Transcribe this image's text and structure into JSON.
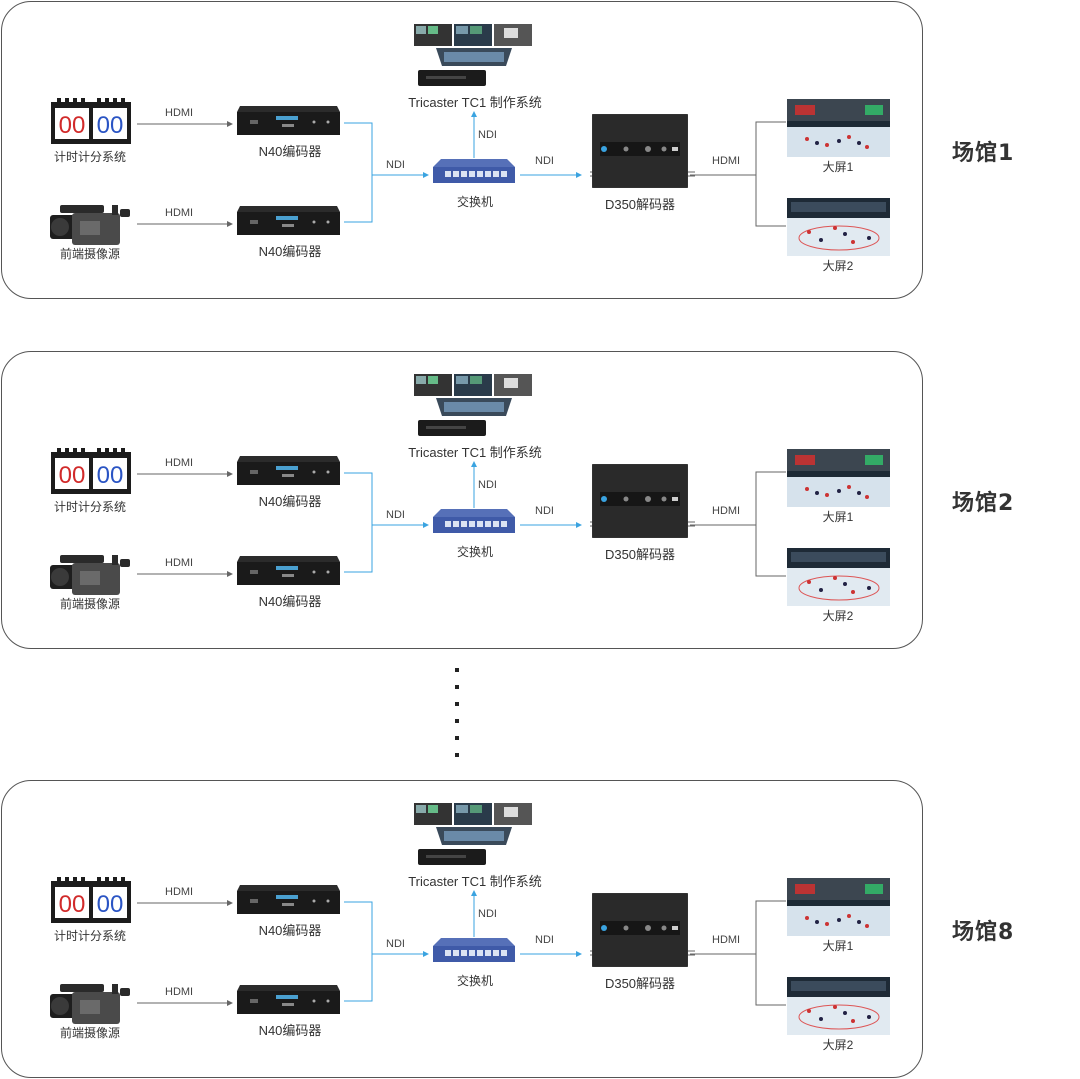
{
  "venues": [
    {
      "label": "场馆1",
      "devices": {
        "scoreboard": "计时计分系统",
        "camera": "前端摄像源",
        "encoder1": "N40编码器",
        "encoder2": "N40编码器",
        "tricaster": "Tricaster TC1 制作系统",
        "switch": "交换机",
        "decoder": "D350解码器",
        "screen1": "大屏1",
        "screen2": "大屏2"
      },
      "links": {
        "hdmi_score": "HDMI",
        "hdmi_cam": "HDMI",
        "ndi_in": "NDI",
        "ndi_up": "NDI",
        "ndi_out": "NDI",
        "hdmi_out": "HDMI"
      }
    },
    {
      "label": "场馆2",
      "devices": {
        "scoreboard": "计时计分系统",
        "camera": "前端摄像源",
        "encoder1": "N40编码器",
        "encoder2": "N40编码器",
        "tricaster": "Tricaster TC1 制作系统",
        "switch": "交换机",
        "decoder": "D350解码器",
        "screen1": "大屏1",
        "screen2": "大屏2"
      },
      "links": {
        "hdmi_score": "HDMI",
        "hdmi_cam": "HDMI",
        "ndi_in": "NDI",
        "ndi_up": "NDI",
        "ndi_out": "NDI",
        "hdmi_out": "HDMI"
      }
    },
    {
      "label": "场馆8",
      "devices": {
        "scoreboard": "计时计分系统",
        "camera": "前端摄像源",
        "encoder1": "N40编码器",
        "encoder2": "N40编码器",
        "tricaster": "Tricaster TC1 制作系统",
        "switch": "交换机",
        "decoder": "D350解码器",
        "screen1": "大屏1",
        "screen2": "大屏2"
      },
      "links": {
        "hdmi_score": "HDMI",
        "hdmi_cam": "HDMI",
        "ndi_in": "NDI",
        "ndi_up": "NDI",
        "ndi_out": "NDI",
        "hdmi_out": "HDMI"
      }
    }
  ],
  "scoreboard_digits": {
    "left": "00",
    "right": "00"
  },
  "colors": {
    "ndi_line": "#3aa3e0",
    "hdmi_line": "#666666",
    "score_red": "#d12a2a",
    "score_blue": "#2a54c4",
    "device_dark": "#1c1c1c",
    "switch_blue": "#3f5aa8"
  },
  "icons": [
    "scoreboard-icon",
    "camcorder-icon",
    "encoder-icon",
    "tricaster-icon",
    "network-switch-icon",
    "decoder-icon",
    "screen-icon"
  ]
}
